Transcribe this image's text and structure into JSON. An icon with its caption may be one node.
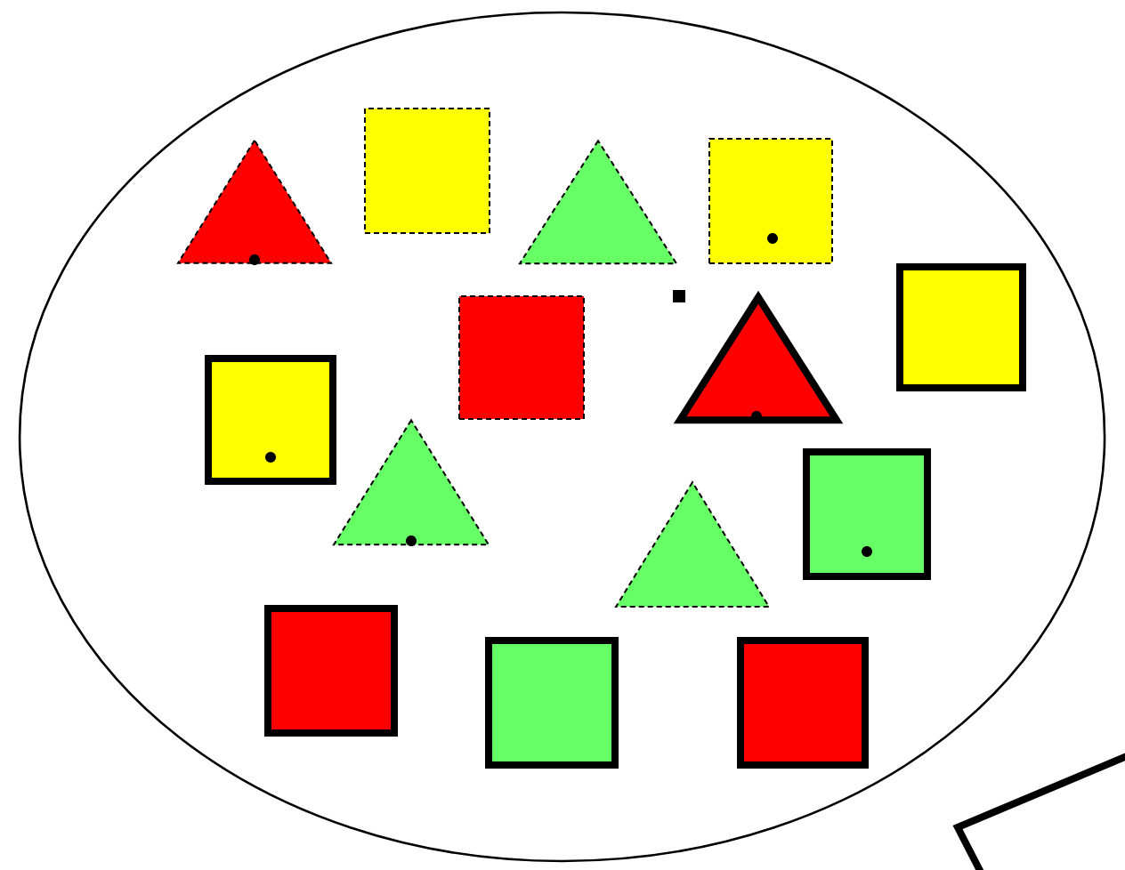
{
  "diagram": {
    "nodes": [
      {
        "text": [],
        "shape": "ellipse"
      },
      {
        "text": [],
        "shape": "triangle",
        "in": 0
      },
      {
        "text": [],
        "shape": "box",
        "in": 0
      },
      {
        "text": [],
        "shape": "triangle",
        "in": 0
      },
      {
        "text": [],
        "shape": "box",
        "in": 0
      },
      {
        "text": [],
        "shape": "box",
        "in": 0
      },
      {
        "text": [],
        "shape": "box",
        "in": 0
      },
      {
        "text": [],
        "shape": "box",
        "in": 0
      },
      {
        "text": [],
        "shape": "triangle",
        "in": 0
      },
      {
        "text": [],
        "shape": "triangle",
        "in": 0
      },
      {
        "text": [],
        "shape": "box",
        "in": 0
      },
      {
        "text": [],
        "shape": "triangle",
        "in": 0
      },
      {
        "text": [],
        "shape": "box",
        "in": 0
      },
      {
        "text": [],
        "shape": "box",
        "in": 0
      },
      {
        "text": [],
        "shape": "box",
        "in": 0
      }
    ]
  }
}
